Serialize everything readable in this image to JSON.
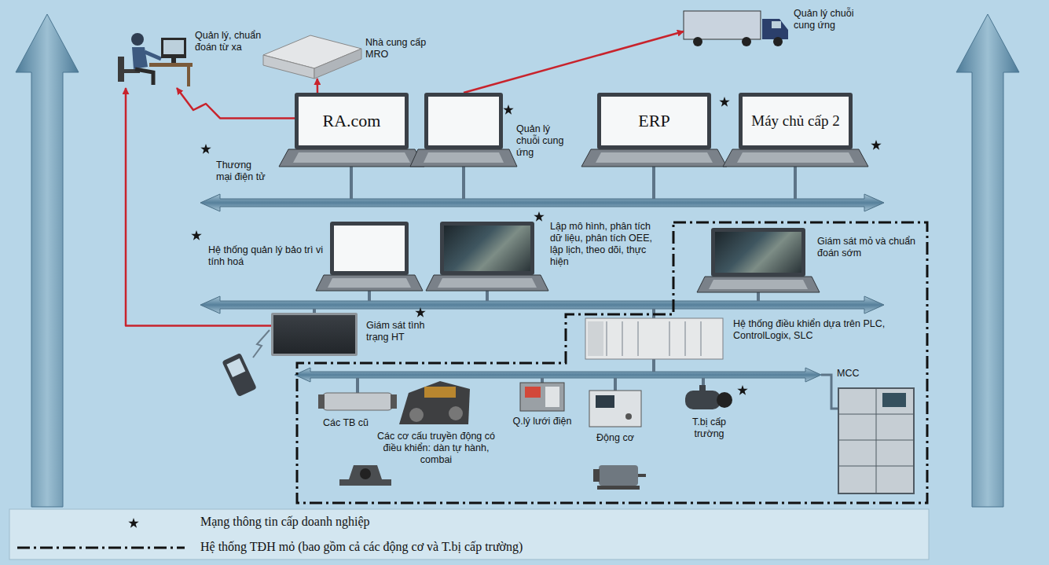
{
  "diagram": {
    "nodes": [
      {
        "text": [
          "Quản lý, chuẩn đoán từ xa"
        ]
      },
      {
        "text": [
          "Nhà cung cấp MRO"
        ]
      },
      {
        "text": [
          "Quản lý chuỗi cung ứng"
        ]
      },
      {
        "text": [
          "RA.com",
          "Thương mại điện tử"
        ]
      },
      {
        "text": [
          "Quản lý chuỗi cung ứng"
        ]
      },
      {
        "text": [
          "ERP"
        ]
      },
      {
        "text": [
          "Máy chủ cấp 2"
        ]
      },
      {
        "text": [
          "Hệ thống quản lý bảo trì vi tính hoá"
        ]
      },
      {
        "text": [
          "Lập mô hình, phân tích dữ liệu, phân tích OEE, lập lịch, theo dõi, thực hiện"
        ]
      },
      {
        "text": [
          "Giám sát mỏ và chuẩn đoán sớm"
        ]
      },
      {
        "text": [
          "Giám sát tình trạng HT"
        ]
      },
      {
        "text": [
          "Hệ thống điều khiển dựa trên PLC, ControlLogix, SLC"
        ]
      },
      {
        "text": [
          "Các TB cũ"
        ]
      },
      {
        "text": [
          "Các cơ cấu truyền động có điều khiển: dàn tự hành, combai"
        ]
      },
      {
        "text": [
          "Q.lý lưới điện"
        ]
      },
      {
        "text": [
          "Động cơ"
        ]
      },
      {
        "text": [
          "T.bị cấp trường"
        ]
      },
      {
        "text": [
          "MCC"
        ]
      }
    ],
    "edges": [
      {
        "from": 3,
        "to": 0,
        "arrow": "to"
      },
      {
        "from": 3,
        "to": 1,
        "arrow": "to"
      },
      {
        "from": 4,
        "to": 2,
        "arrow": "to"
      },
      {
        "from": 10,
        "to": 0,
        "arrow": "to"
      }
    ],
    "legend": [
      {
        "text": "Mạng thông tin cấp doanh nghiệp"
      },
      {
        "text": "Hệ thống TĐH mỏ (bao gồm cả các động cơ và T.bị cấp trường)"
      }
    ]
  }
}
